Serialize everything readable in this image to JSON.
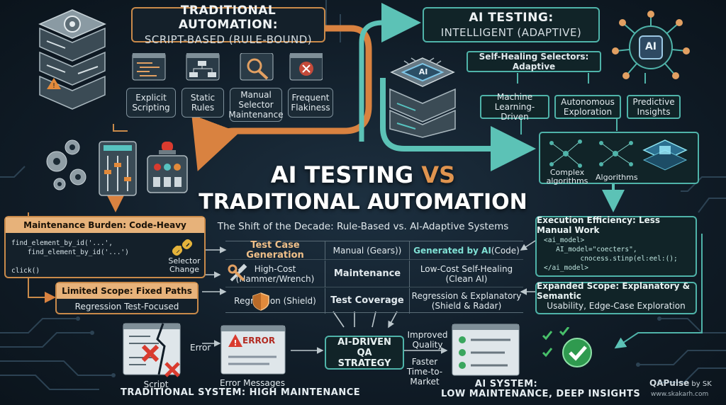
{
  "title_line1_a": "AI TESTING ",
  "title_line1_vs": "VS",
  "title_line2": "TRADITIONAL AUTOMATION",
  "subtitle": "The Shift of the Decade: Rule-Based vs. AI-Adaptive Systems",
  "traditional": {
    "header_title": "TRADITIONAL AUTOMATION:",
    "header_sub": "SCRIPT-BASED (RULE-BOUND)",
    "steps": [
      "Explicit Scripting",
      "Static Rules",
      "Manual Selector Maintenance",
      "Frequent Flakiness"
    ],
    "maintenance_title": "Maintenance Burden: Code-Heavy",
    "maintenance_code": "find_element_by_id('...',\n    find_element_by_id('...')\n\nclick()",
    "selector_change": "Selector Change",
    "scope_title": "Limited Scope: Fixed Paths",
    "scope_sub": "Regression Test-Focused",
    "script_label": "Script",
    "error_label": "Error",
    "error_badge": "ERROR",
    "error_messages_label": "Error Messages",
    "footer": "TRADITIONAL SYSTEM: HIGH MAINTENANCE"
  },
  "ai": {
    "header_title": "AI TESTING:",
    "header_sub": "INTELLIGENT (ADAPTIVE)",
    "chip_label": "AI",
    "brain_label": "AI",
    "self_healing": "Self-Healing Selectors: Adaptive",
    "features": [
      "Machine Learning-Driven",
      "Autonomous Exploration",
      "Predictive Insights"
    ],
    "complex_algorithms": "Complex algorithms",
    "algorithms": "Algorithms",
    "efficiency_title": "Execution Efficiency: Less Manual Work",
    "efficiency_code": "<ai_model>\n   AI_model=\"coecters\",\n         cnocess.stinp(el:eel:();\n</ai_model>",
    "scope_title": "Expanded Scope: Explanatory & Semantic",
    "scope_sub": "Usability, Edge-Case Exploration",
    "footer_label": "AI SYSTEM:",
    "footer": "LOW MAINTENANCE, DEEP INSIGHTS"
  },
  "comparison": {
    "rows": [
      {
        "left": "Manual (Gears))",
        "center": "Test Case Generation",
        "right_bold": "Generated by AI",
        "right": " (Code)"
      },
      {
        "left": "High-Cost (Hammer/Wrench)",
        "center": "Maintenance",
        "right_bold": "",
        "right": "Low-Cost Self-Healing (Clean AI)"
      },
      {
        "left": "Regression (Shield)",
        "center": "Test Coverage",
        "right_bold": "",
        "right": "Regression & Explanatory (Shield & Radar)"
      }
    ]
  },
  "center_strategy": "AI-DRIVEN QA STRATEGY",
  "improved_quality": "Improved Quality",
  "faster_ttm": "Faster Time-to-Market",
  "brand": "QAPulse",
  "brand_by": " by SK",
  "url": "www.skakarh.com",
  "colors": {
    "orange": "#c98a4a",
    "teal": "#4fb3a9",
    "accent_vs": "#e0944f"
  }
}
